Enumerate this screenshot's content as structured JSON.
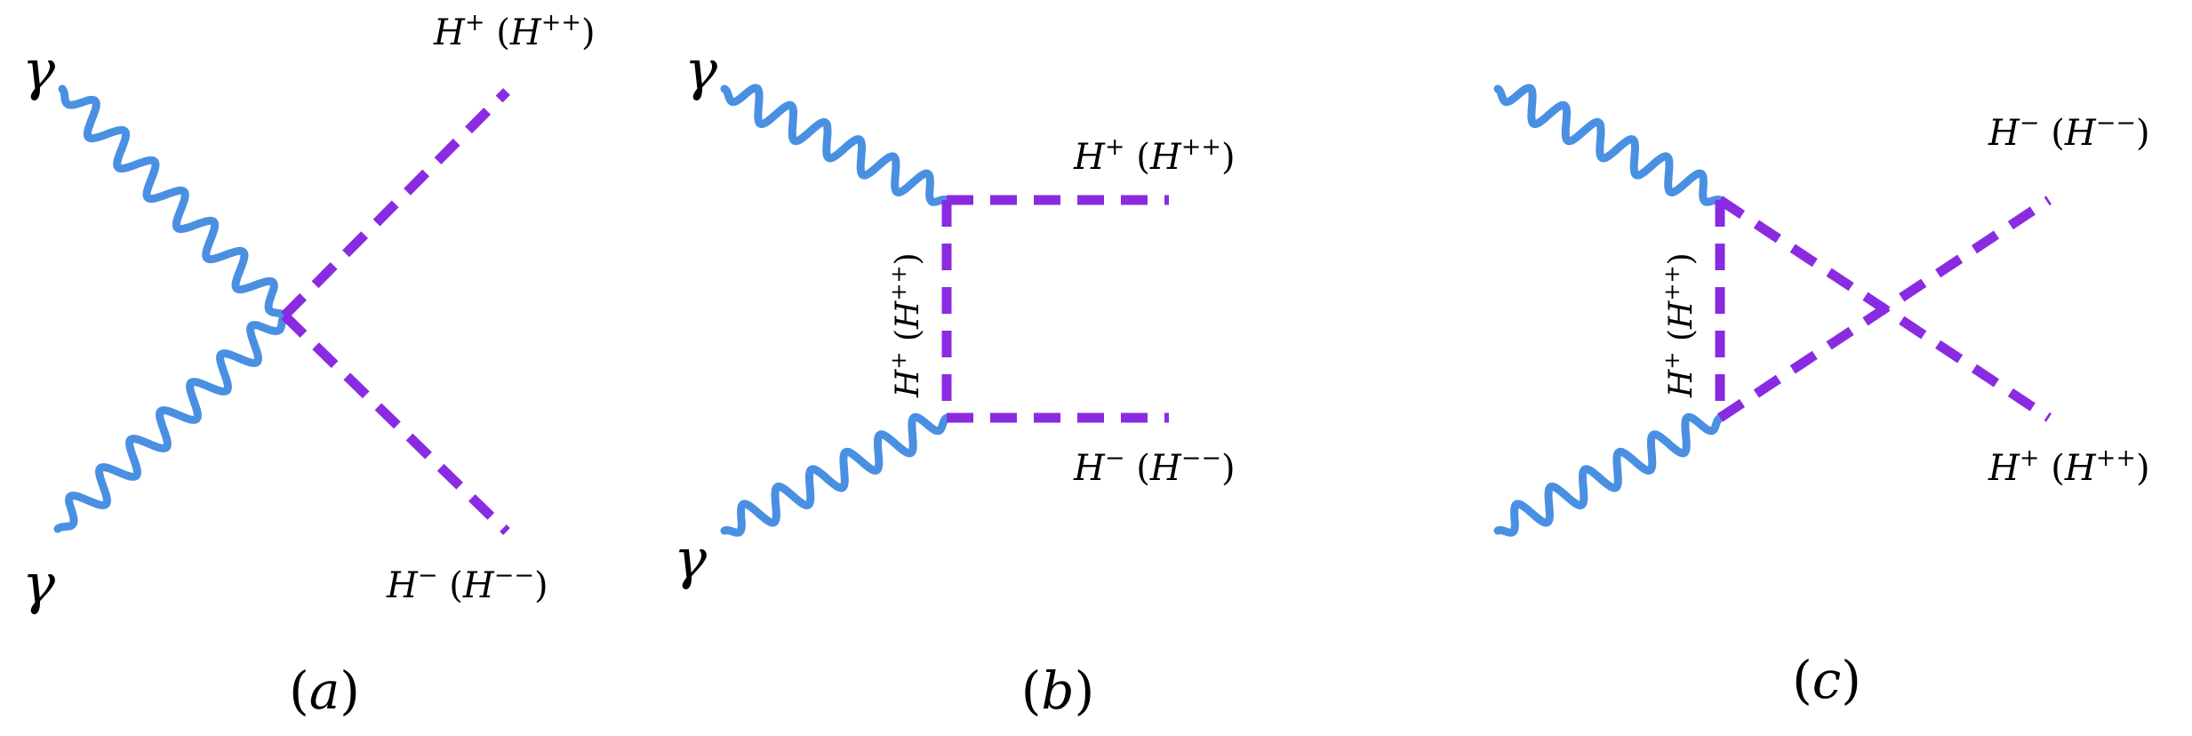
{
  "colors": {
    "photon": "#4a90e2",
    "scalar": "#8a2be2",
    "text": "#000000"
  },
  "diagrams": [
    {
      "id": "a",
      "caption": "a",
      "photon_in_top": "γ",
      "photon_in_bottom": "γ",
      "out_top": {
        "base": "H",
        "charge": "+",
        "alt_base": "H",
        "alt_charge": "++"
      },
      "out_bottom": {
        "base": "H",
        "charge": "−",
        "alt_base": "H",
        "alt_charge": "−−"
      }
    },
    {
      "id": "b",
      "caption": "b",
      "photon_in_top": "γ",
      "photon_in_bottom": "γ",
      "out_top": {
        "base": "H",
        "charge": "+",
        "alt_base": "H",
        "alt_charge": "++"
      },
      "out_bottom": {
        "base": "H",
        "charge": "−",
        "alt_base": "H",
        "alt_charge": "−−"
      },
      "internal": {
        "base": "H",
        "charge": "+",
        "alt_base": "H",
        "alt_charge": "++"
      }
    },
    {
      "id": "c",
      "caption": "c",
      "out_top": {
        "base": "H",
        "charge": "−",
        "alt_base": "H",
        "alt_charge": "−−"
      },
      "out_bottom": {
        "base": "H",
        "charge": "+",
        "alt_base": "H",
        "alt_charge": "++"
      },
      "internal": {
        "base": "H",
        "charge": "+",
        "alt_base": "H",
        "alt_charge": "++"
      }
    }
  ]
}
